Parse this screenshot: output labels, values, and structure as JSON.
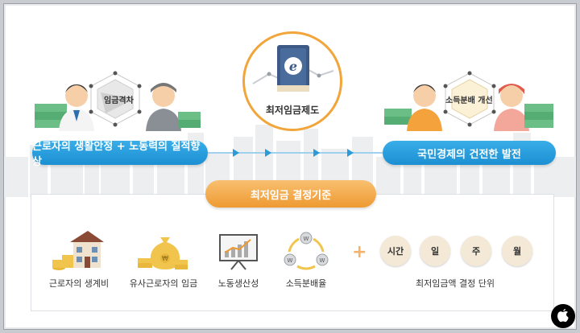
{
  "top": {
    "center_title": "최저임금제도",
    "left_hex_label": "임금격차",
    "right_hex_label": "소득분배 개선"
  },
  "bars": {
    "left": "근로자의 생활안정 + 노동력의 질적향상",
    "right": "국민경제의 건전한 발전",
    "criteria": "최저임금 결정기준"
  },
  "factors": [
    {
      "label": "근로자의 생계비",
      "icon": "house-coins-icon"
    },
    {
      "label": "유사근로자의 임금",
      "icon": "money-bag-icon"
    },
    {
      "label": "노동생산성",
      "icon": "chart-board-icon"
    },
    {
      "label": "소득분배율",
      "icon": "coin-cycle-icon"
    }
  ],
  "units": {
    "items": [
      "시간",
      "일",
      "주",
      "월"
    ],
    "caption": "최저임금액 결정 단위"
  },
  "colors": {
    "blue": "#2b9ad8",
    "orange": "#ee9a32",
    "cream": "#f3e9d6"
  }
}
